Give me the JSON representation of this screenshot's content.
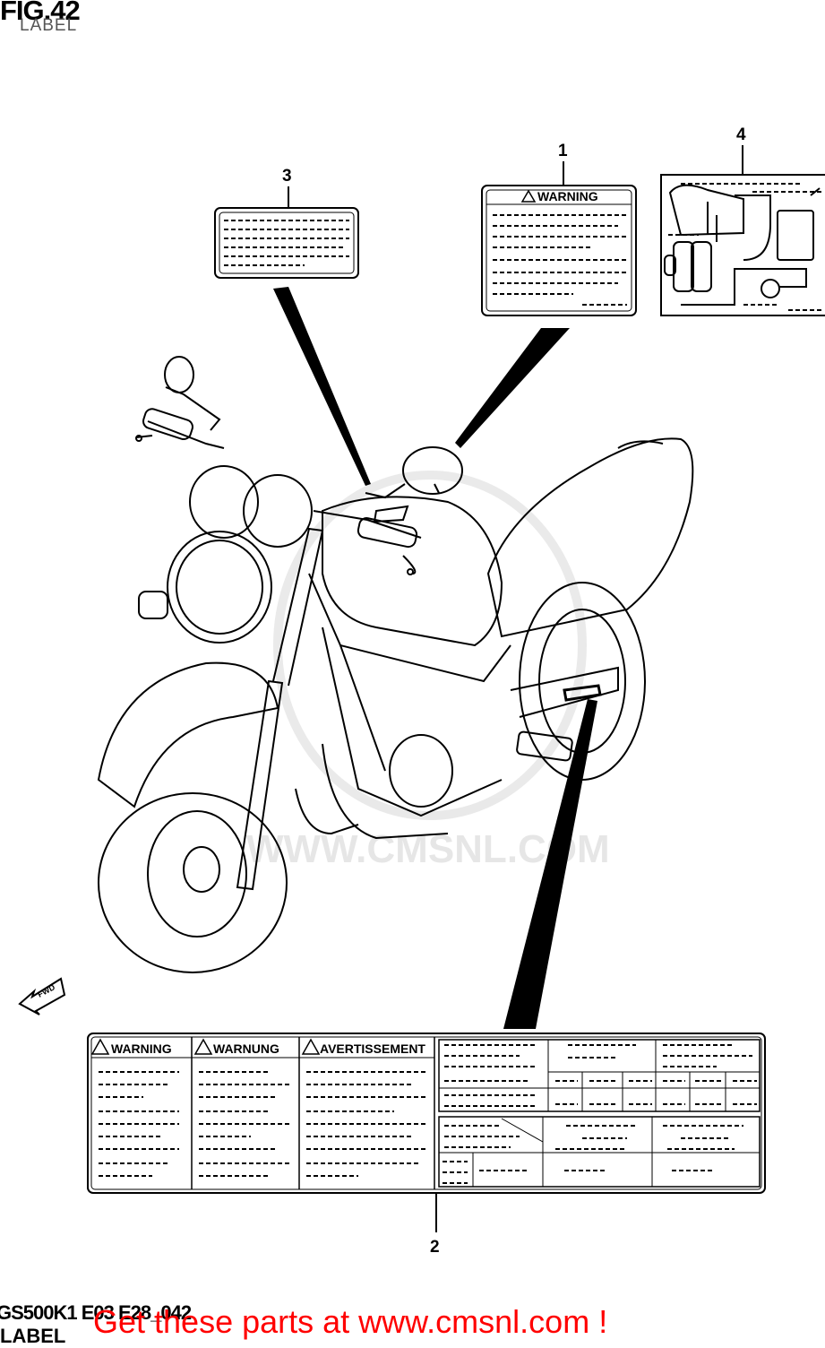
{
  "figure": {
    "title": "FIG.42",
    "subtitle": "LABEL",
    "code": "GS500K1 E03 E28_042",
    "code_subtitle": "LABEL"
  },
  "callouts": {
    "part1": "1",
    "part2": "2",
    "part3": "3",
    "part4": "4"
  },
  "labels": {
    "warning": "WARNING",
    "warnung": "WARNUNG",
    "avertissement": "AVERTISSEMENT",
    "fwd": "FWD"
  },
  "watermark": "WWW.CMSNL.COM",
  "promo": "Get these parts at www.cmsnl.com !"
}
